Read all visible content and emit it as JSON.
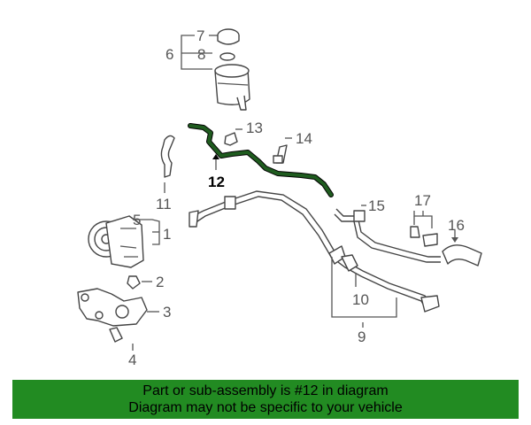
{
  "callouts": {
    "c1": "1",
    "c2": "2",
    "c3": "3",
    "c4": "4",
    "c5": "5",
    "c6": "6",
    "c7": "7",
    "c8": "8",
    "c9": "9",
    "c10": "10",
    "c11": "11",
    "c12": "12",
    "c13": "13",
    "c14": "14",
    "c15": "15",
    "c16": "16",
    "c17": "17"
  },
  "banner": {
    "line1": "Part or sub-assembly is #12 in diagram",
    "line2": "Diagram may not be specific to your vehicle"
  },
  "colors": {
    "highlight": "#1f5c1f",
    "banner": "#228b22",
    "line": "#555555"
  }
}
